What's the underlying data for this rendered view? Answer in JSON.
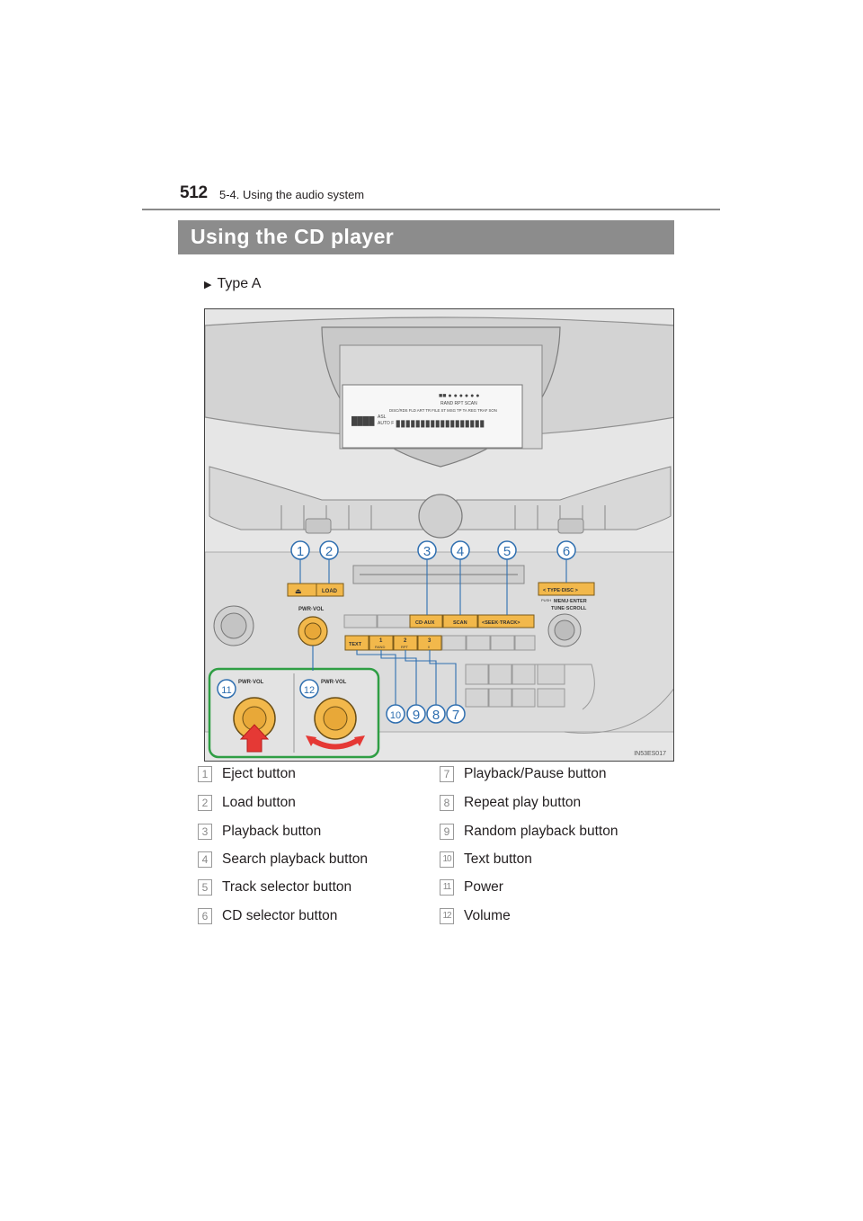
{
  "header": {
    "page_number": "512",
    "section": "5-4. Using the audio system"
  },
  "heading": "Using the CD player",
  "type_label": "Type A",
  "figure": {
    "code": "IN53ES017",
    "display": {
      "line1": "RAND    RPT    SCAN",
      "line2": "DISC/RDS FLD ART TR FILE  ST MSG TP  TA REG TRAF SON",
      "asl": "ASL",
      "auto": "AUTO F"
    },
    "panel_labels": {
      "load": "LOAD",
      "pwr_vol": "PWR·VOL",
      "cd_aux": "CD·AUX",
      "scan": "SCAN",
      "seek_track": "<SEEK·TRACK>",
      "type_disc": "<  TYPE·DISC  >",
      "push": "PUSH",
      "menu_enter": "MENU·ENTER",
      "tune_scroll": "TUNE·SCROLL",
      "text": "TEXT",
      "preset1": "1",
      "rand": "RAND",
      "preset2": "2",
      "rpt": "RPT",
      "preset3": "3",
      "inset_pwr_vol_1": "PWR·VOL",
      "inset_pwr_vol_2": "PWR·VOL"
    },
    "callouts": [
      "1",
      "2",
      "3",
      "4",
      "5",
      "6",
      "7",
      "8",
      "9",
      "10",
      "11",
      "12"
    ]
  },
  "legend": [
    {
      "num": "1",
      "label": "Eject button"
    },
    {
      "num": "2",
      "label": "Load button"
    },
    {
      "num": "3",
      "label": "Playback button"
    },
    {
      "num": "4",
      "label": "Search playback button"
    },
    {
      "num": "5",
      "label": "Track selector button"
    },
    {
      "num": "6",
      "label": "CD selector button"
    },
    {
      "num": "7",
      "label": "Playback/Pause button"
    },
    {
      "num": "8",
      "label": "Repeat play button"
    },
    {
      "num": "9",
      "label": "Random playback button"
    },
    {
      "num": "10",
      "label": "Text button"
    },
    {
      "num": "11",
      "label": "Power"
    },
    {
      "num": "12",
      "label": "Volume"
    }
  ],
  "colors": {
    "heading_bar": "#8c8c8c",
    "button_accent": "#f2b84b",
    "callout_blue": "#2f6fb0"
  }
}
